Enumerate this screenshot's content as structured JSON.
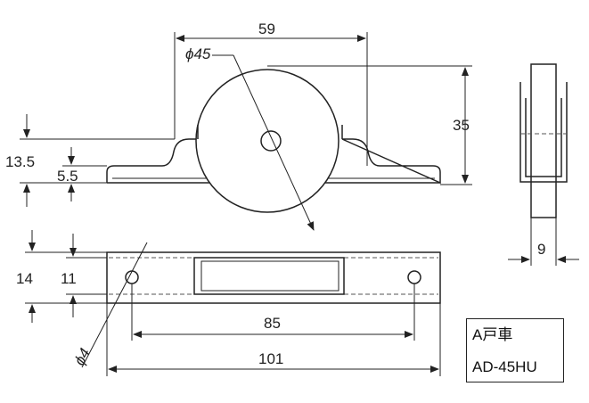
{
  "dimensions": {
    "width_top": "59",
    "wheel_diameter": "ϕ45",
    "height": "35",
    "base_height": "13.5",
    "flange_height": "5.5",
    "side_width": "9",
    "bottom_height": "14",
    "bottom_inner": "11",
    "hole_pitch": "85",
    "hole_diameter": "ϕ4",
    "overall_length": "101"
  },
  "label": {
    "name": "A戸車",
    "model": "AD-45HU"
  }
}
